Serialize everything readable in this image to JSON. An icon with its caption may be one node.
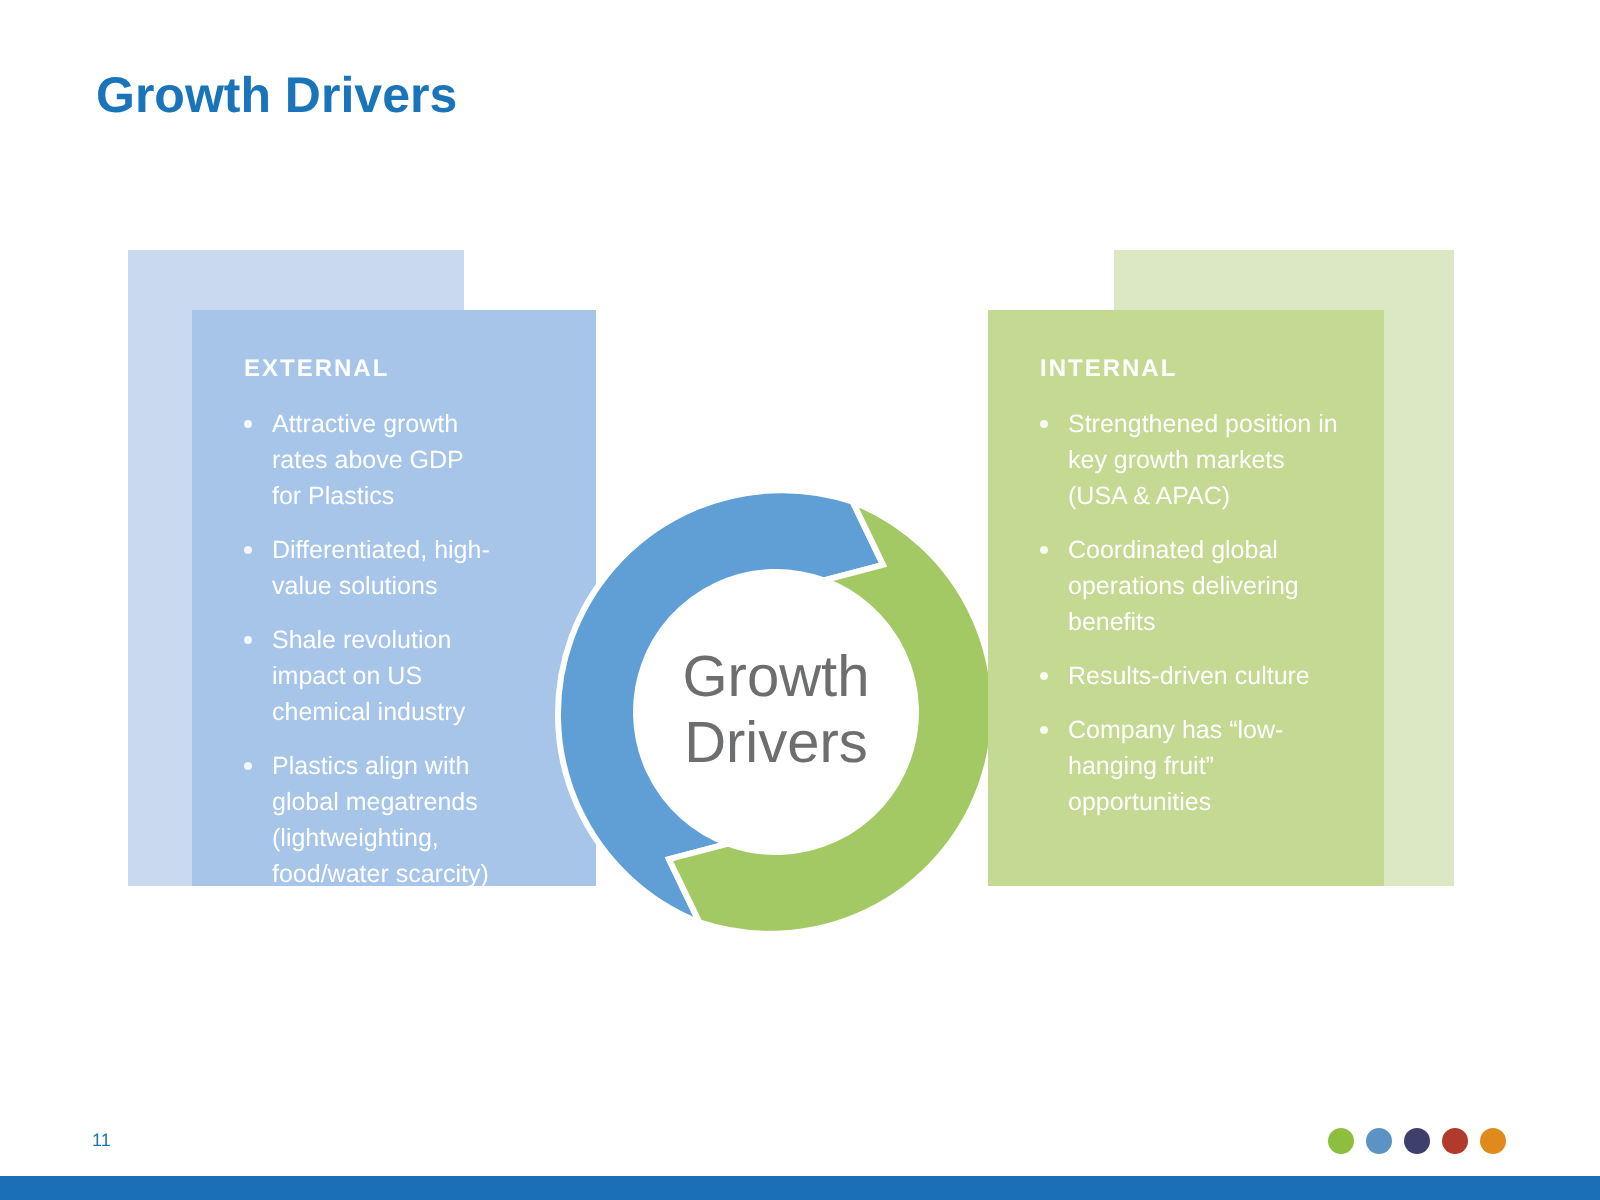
{
  "diagram": {
    "title": "Growth Drivers",
    "nodes": [
      {
        "text": [
          "EXTERNAL",
          "Attractive growth rates above GDP for Plastics",
          "Differentiated, high-value solutions",
          "Shale revolution impact on US chemical industry",
          "Plastics align with global megatrends (lightweighting, food/water scarcity)"
        ]
      },
      {
        "text": [
          "Growth Drivers"
        ]
      },
      {
        "text": [
          "INTERNAL",
          "Strengthened position in key growth markets (USA & APAC)",
          "Coordinated global operations delivering benefits",
          "Results-driven culture",
          "Company has “low-hanging fruit” opportunities"
        ]
      }
    ],
    "labels": [
      "11"
    ]
  }
}
